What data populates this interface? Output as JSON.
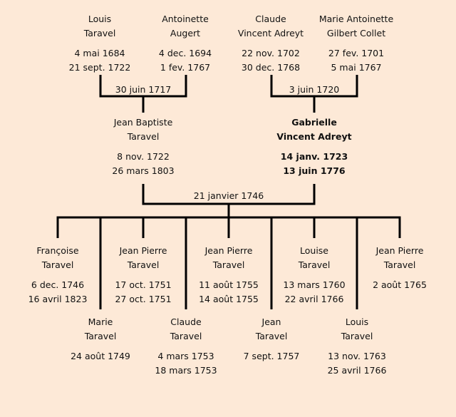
{
  "colors": {
    "background": "#fde9d7",
    "line": "#000000",
    "text": "#111111"
  },
  "grandparents": [
    {
      "first_name": "Louis",
      "last_name": "Taravel",
      "birth": "4 mai 1684",
      "death": "21 sept. 1722"
    },
    {
      "first_name": "Antoinette",
      "last_name": "Augert",
      "birth": "4 dec. 1694",
      "death": "1 fev. 1767"
    },
    {
      "first_name": "Claude",
      "last_name": "Vincent Adreyt",
      "birth": "22 nov. 1702",
      "death": "30 dec. 1768"
    },
    {
      "first_name": "Marie Antoinette",
      "last_name": "Gilbert Collet",
      "birth": "27 fev. 1701",
      "death": "5 mai 1767"
    }
  ],
  "grandparent_marriages": [
    "30 juin 1717",
    "3 juin 1720"
  ],
  "parents": [
    {
      "first_name": "Jean Baptiste",
      "last_name": "Taravel",
      "birth": "8 nov. 1722",
      "death": "26 mars 1803"
    },
    {
      "first_name": "Gabrielle",
      "last_name": "Vincent Adreyt",
      "birth": "14 janv. 1723",
      "death": "13 juin 1776",
      "highlighted": true
    }
  ],
  "parent_marriage": "21 janvier 1746",
  "children": [
    {
      "first_name": "Françoise",
      "last_name": "Taravel",
      "birth": "6 dec. 1746",
      "death": "16 avril 1823"
    },
    {
      "first_name": "Marie",
      "last_name": "Taravel",
      "birth": "24 août 1749",
      "death": ""
    },
    {
      "first_name": "Jean Pierre",
      "last_name": "Taravel",
      "birth": "17 oct. 1751",
      "death": "27 oct. 1751"
    },
    {
      "first_name": "Claude",
      "last_name": "Taravel",
      "birth": "4 mars 1753",
      "death": "18 mars 1753"
    },
    {
      "first_name": "Jean Pierre",
      "last_name": "Taravel",
      "birth": "11 août 1755",
      "death": "14 août 1755"
    },
    {
      "first_name": "Jean",
      "last_name": "Taravel",
      "birth": "7 sept. 1757",
      "death": ""
    },
    {
      "first_name": "Louise",
      "last_name": "Taravel",
      "birth": "13 mars 1760",
      "death": "22 avril 1766"
    },
    {
      "first_name": "Louis",
      "last_name": "Taravel",
      "birth": "13 nov. 1763",
      "death": "25 avril 1766"
    },
    {
      "first_name": "Jean Pierre",
      "last_name": "Taravel",
      "birth": "2 août 1765",
      "death": ""
    }
  ]
}
